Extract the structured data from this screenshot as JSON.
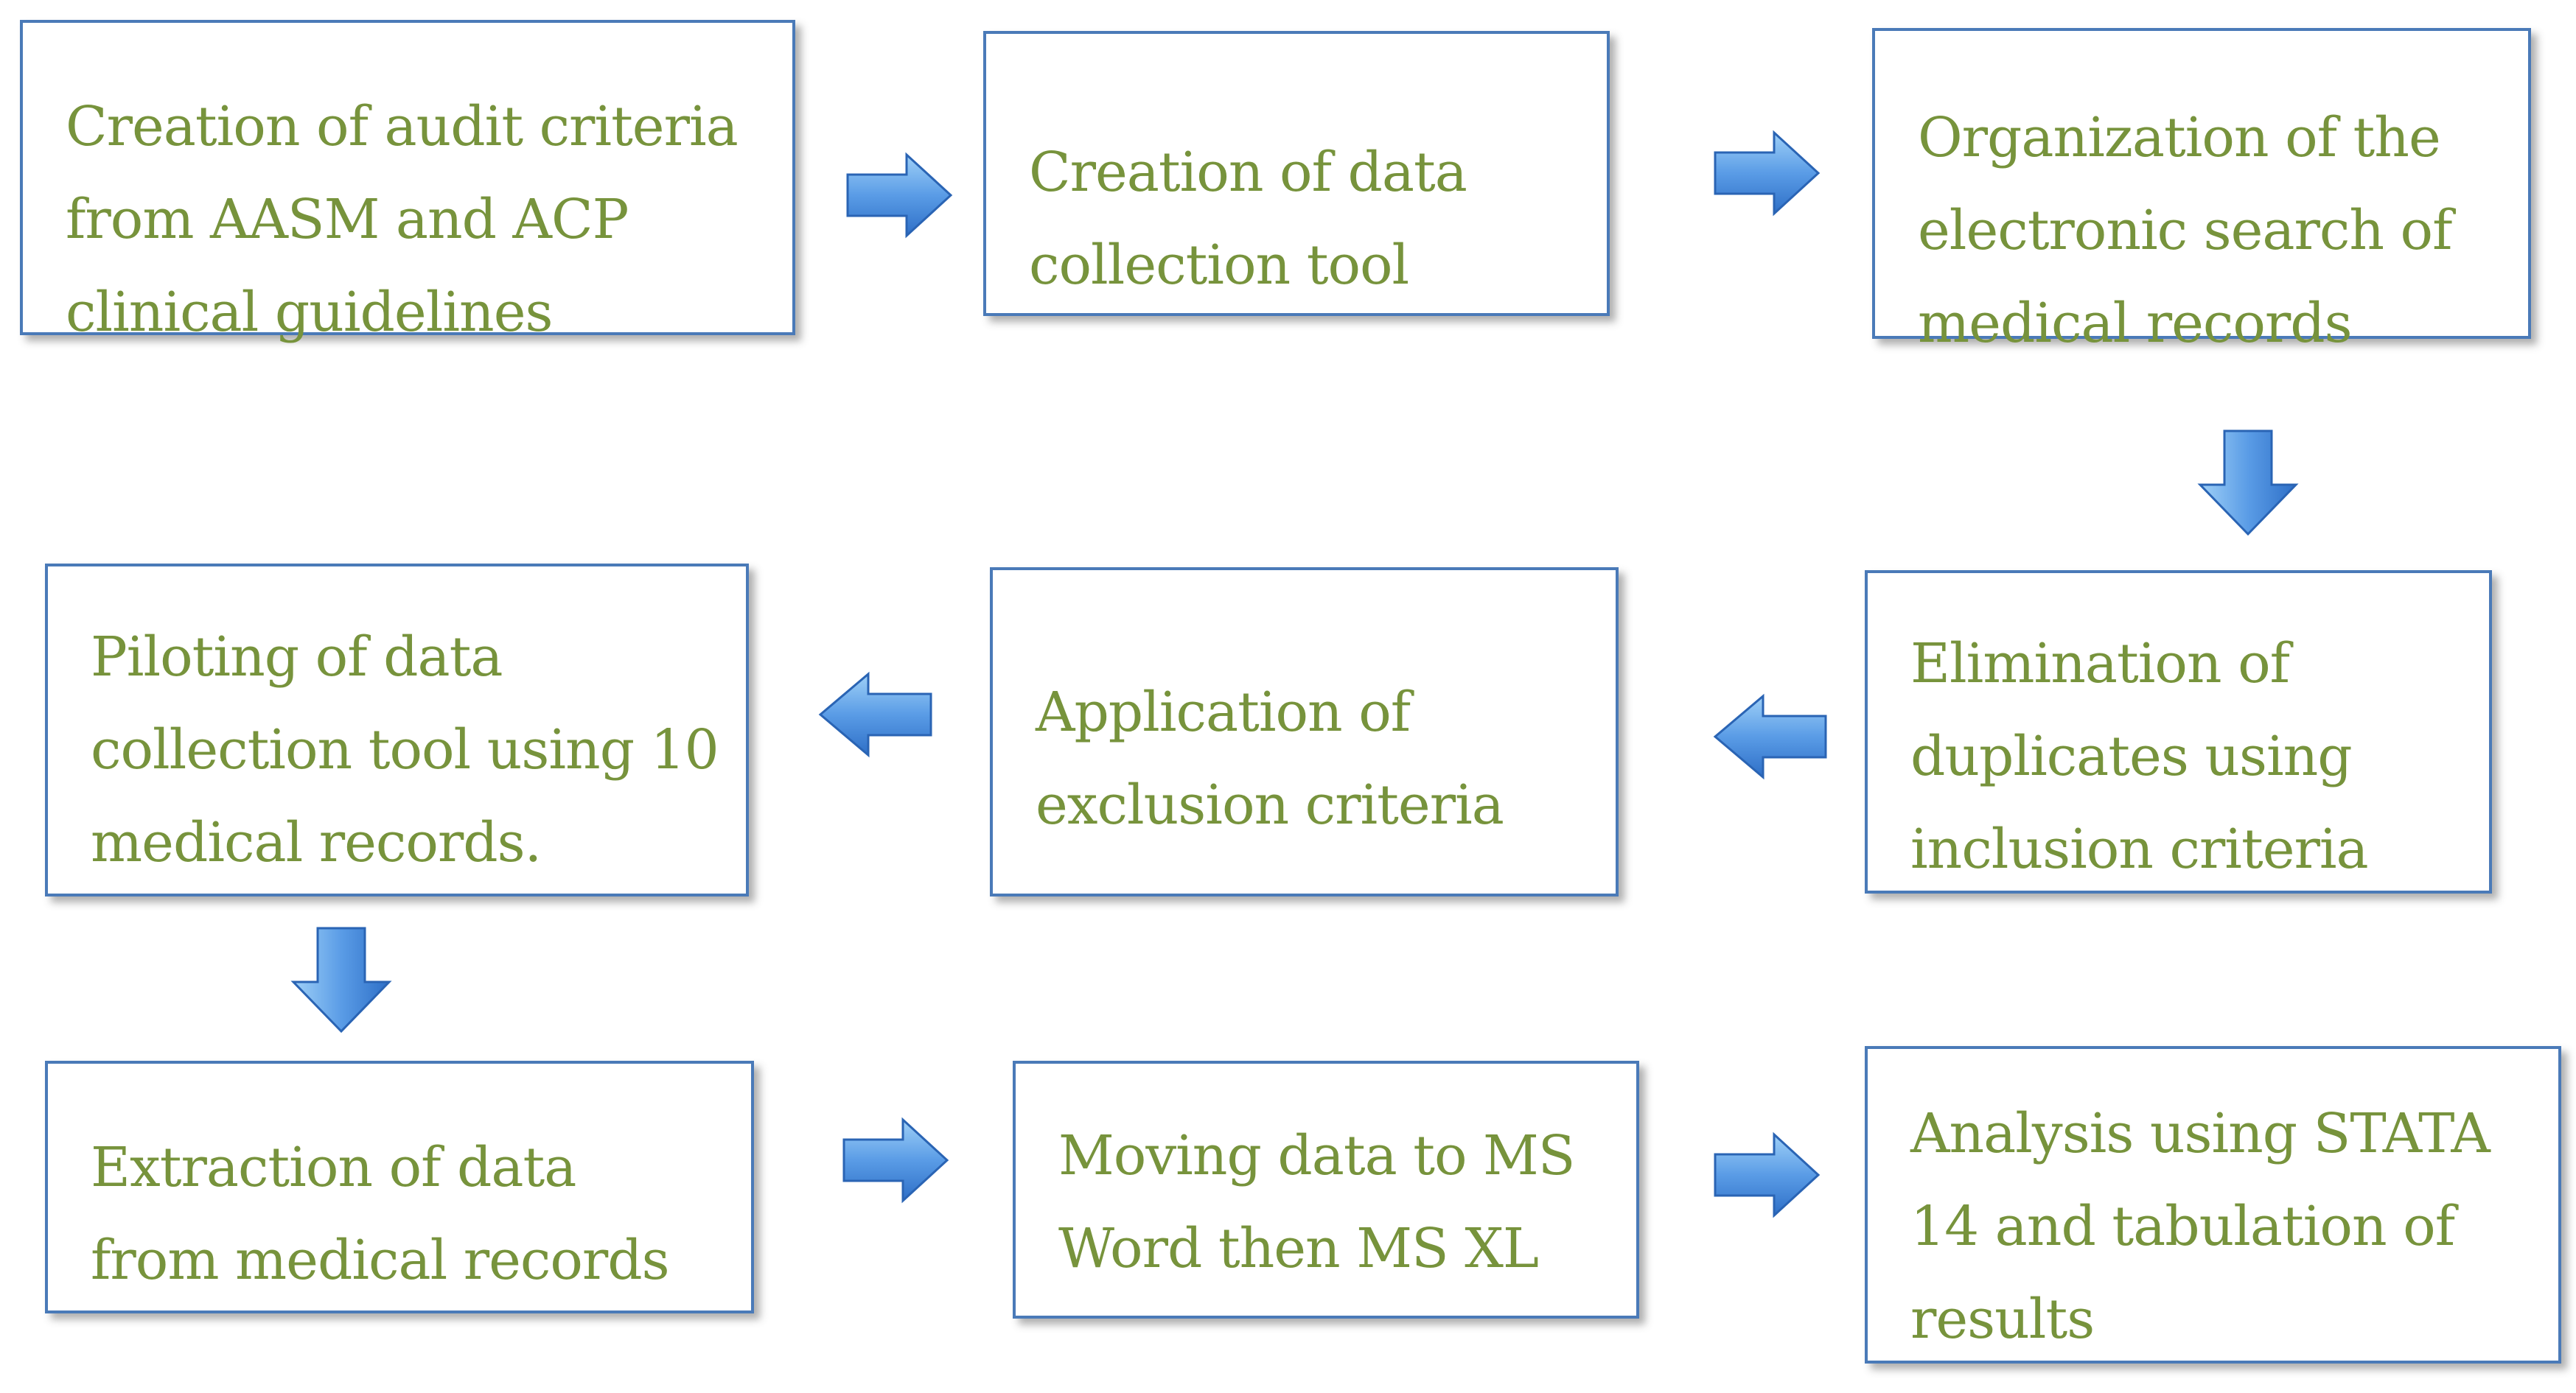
{
  "colors": {
    "box_border": "#4a7ab8",
    "text": "#77933c",
    "arrow_light": "#8ec3f0",
    "arrow_dark": "#2e6fc7"
  },
  "steps": [
    {
      "text": "Creation of audit criteria\nfrom AASM and ACP\nclinical guidelines"
    },
    {
      "text": "Creation of data\ncollection tool"
    },
    {
      "text": "Organization of the\nelectronic search of\nmedical records"
    },
    {
      "text": "Piloting of data\ncollection tool using 10\nmedical records."
    },
    {
      "text": "Application of\nexclusion criteria"
    },
    {
      "text": "Elimination of\nduplicates using\ninclusion criteria"
    },
    {
      "text": "Extraction of data\nfrom medical records"
    },
    {
      "text": "Moving data to MS\nWord then MS XL"
    },
    {
      "text": "Analysis using STATA\n14 and tabulation of\nresults"
    }
  ],
  "arrows": [
    {
      "from": "step-1",
      "to": "step-2",
      "direction": "right"
    },
    {
      "from": "step-2",
      "to": "step-3",
      "direction": "right"
    },
    {
      "from": "step-3",
      "to": "step-6",
      "direction": "down"
    },
    {
      "from": "step-6",
      "to": "step-5",
      "direction": "left"
    },
    {
      "from": "step-5",
      "to": "step-4",
      "direction": "left"
    },
    {
      "from": "step-4",
      "to": "step-7",
      "direction": "down"
    },
    {
      "from": "step-7",
      "to": "step-8",
      "direction": "right"
    },
    {
      "from": "step-8",
      "to": "step-9",
      "direction": "right"
    }
  ]
}
